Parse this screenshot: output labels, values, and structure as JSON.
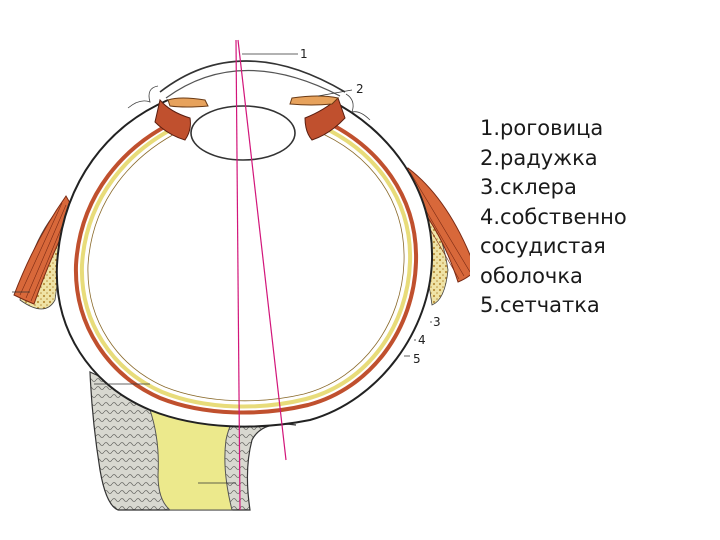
{
  "callouts": [
    "1",
    "2",
    "3",
    "4",
    "5"
  ],
  "legend": {
    "lines": [
      "1.роговица",
      "2.радужка",
      "3.склера",
      "4.собственно",
      "сосудистая",
      "оболочка",
      "5.сетчатка"
    ]
  },
  "colors": {
    "outline": "#222222",
    "choroid": "#c0502e",
    "retina": "#e8dc7a",
    "muscle": "#d8683a",
    "optic_nerve": "#ece98c",
    "axis": "#d2157a"
  }
}
